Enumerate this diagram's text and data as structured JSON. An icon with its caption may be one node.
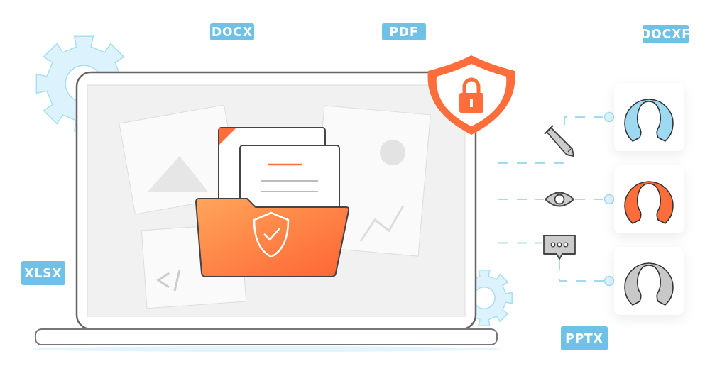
{
  "diagram": {
    "nodes": [
      {
        "text": [],
        "shape": "picture"
      },
      {
        "text": [],
        "shape": "picture"
      },
      {
        "text": [],
        "shape": "picture"
      },
      {
        "text": [],
        "shape": "picture"
      },
      {
        "text": [],
        "shape": "person"
      },
      {
        "text": [],
        "shape": "person"
      },
      {
        "text": [],
        "shape": "person"
      }
    ],
    "edges": [
      {
        "from": 0,
        "to": 1,
        "arrow": "none",
        "style": "dashed"
      },
      {
        "from": 1,
        "to": 4,
        "arrow": "other",
        "style": "dashed"
      },
      {
        "from": 0,
        "to": 2,
        "arrow": "none",
        "style": "dashed"
      },
      {
        "from": 2,
        "to": 5,
        "arrow": "other",
        "style": "dashed"
      },
      {
        "from": 0,
        "to": 3,
        "arrow": "none",
        "style": "dashed"
      },
      {
        "from": 3,
        "to": 6,
        "arrow": "other",
        "style": "dashed"
      }
    ],
    "labels": [
      "DOCX",
      "PDF",
      "DOCXF",
      "XLSX",
      "PPTX"
    ]
  }
}
